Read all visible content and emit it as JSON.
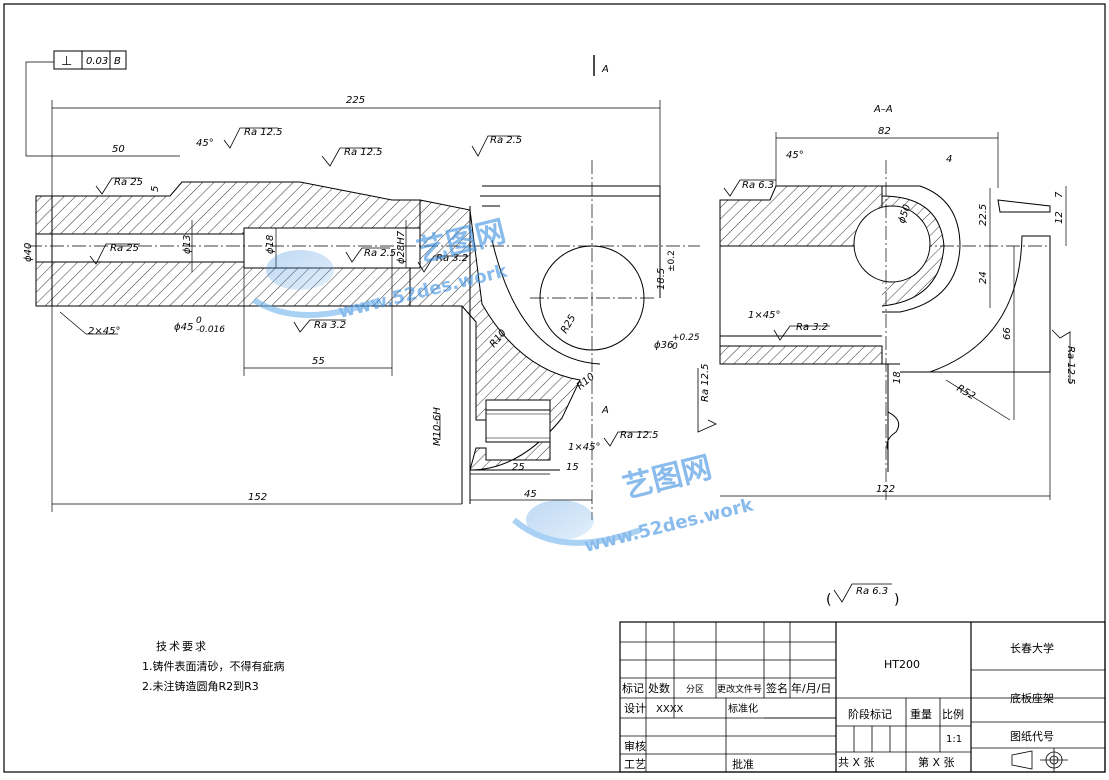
{
  "drawing": {
    "geom_tolerance": {
      "symbol": "⊥",
      "value": "0.03",
      "datum": "B"
    },
    "section_marks": {
      "top": "A",
      "bottom": "A"
    },
    "section_title": "A–A",
    "dimensions": {
      "overall_length": "225",
      "d50": "50",
      "d5": "5",
      "d152": "152",
      "d55": "55",
      "d25": "25",
      "d15": "15",
      "d45": "45",
      "dia40": "ϕ40",
      "dia13": "ϕ13",
      "dia18": "ϕ18",
      "dia28": "ϕ28H7",
      "dia45": "ϕ45",
      "dia45_tol_hi": "0",
      "dia45_tol_lo": "-0.016",
      "dia36": "ϕ36",
      "dia36_tol_hi": "+0.25",
      "dia36_tol_lo": "0",
      "d18_5": "18.5",
      "d18_5_tol": "±0.2",
      "r25": "R25",
      "r10a": "R10",
      "r10b": "R10",
      "thread": "M10-6H",
      "chamfer_a": "2×45°",
      "chamfer_b": "1×45°",
      "chamfer_c": "1×45°",
      "angle_a": "45°",
      "angle_b": "45°",
      "d82": "82",
      "d4": "4",
      "d7": "7",
      "d12": "12",
      "d22_5": "22.5",
      "dia50": "ϕ50",
      "d24": "24",
      "d66": "66",
      "d18b": "18",
      "r52": "R52",
      "d122": "122"
    },
    "roughness": {
      "r1": "Ra 12.5",
      "r2": "Ra 12.5",
      "r3": "Ra 2.5",
      "r4": "Ra 25",
      "r5": "Ra 25",
      "r6": "Ra 2.5",
      "r7": "Ra 3.2",
      "r8": "Ra 3.2",
      "r9": "Ra 12.5",
      "r10": "Ra 12.5",
      "r11": "Ra 6.3",
      "r12": "Ra 3.2",
      "r13": "Ra 12.5",
      "general": "Ra 6.3"
    },
    "general_open": "(",
    "general_close": ")"
  },
  "tech_requirements": {
    "title": "技术要求",
    "items": [
      "1.铸件表面清砂，不得有疵病",
      "2.未注铸造圆角R2到R3"
    ]
  },
  "title_block": {
    "material": "HT200",
    "school": "长春大学",
    "part_name": "底板座架",
    "drawing_code": "图纸代号",
    "row_labels": [
      "标记",
      "处数",
      "分区",
      "更改文件号",
      "签名",
      "年/月/日"
    ],
    "design": "设计",
    "designer": "XXXX",
    "standardization": "标准化",
    "stage_mark": "阶段标记",
    "weight": "重量",
    "scale_label": "比例",
    "scale_value": "1:1",
    "review": "审核",
    "process": "工艺",
    "approve": "批准",
    "sheet_total": "共  X  张",
    "sheet_num": "第  X  张"
  },
  "watermark": {
    "brand": "艺图网",
    "url": "www.52des.work"
  }
}
